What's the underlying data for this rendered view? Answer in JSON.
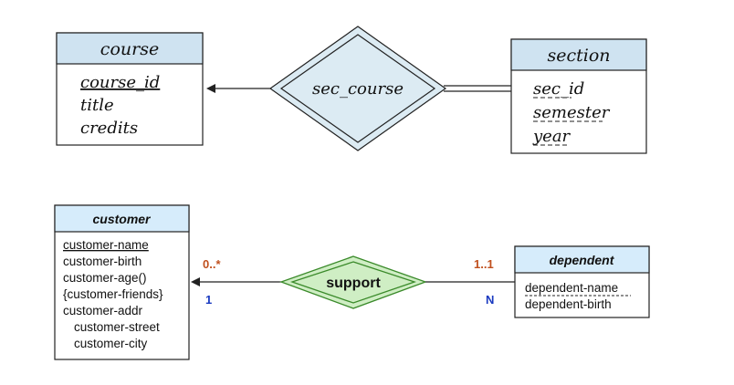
{
  "colors": {
    "header_blue": "#cfe3f1",
    "header_blue_bright": "#d6ecfb",
    "diamond_fill_blue": "#dcebf3",
    "diamond_fill_green": "#cfeec4",
    "diamond_stroke_green": "#3a8a2a",
    "cardinality_orange": "#c0501e",
    "cardinality_blue": "#1a3ac0",
    "line": "#222222"
  },
  "top_diagram": {
    "entity_course": {
      "name": "course",
      "attributes": [
        "course_id",
        "title",
        "credits"
      ],
      "primary_key": "course_id"
    },
    "relationship": {
      "name": "sec_course"
    },
    "entity_section": {
      "name": "section",
      "attributes": [
        "sec_id",
        "semester",
        "year"
      ],
      "discriminator": [
        "sec_id",
        "semester",
        "year"
      ]
    }
  },
  "bottom_diagram": {
    "entity_customer": {
      "name": "customer",
      "attributes": [
        "customer-name",
        "customer-birth",
        "customer-age()",
        "{customer-friends}",
        "customer-addr",
        "customer-street",
        "customer-city"
      ],
      "primary_key": "customer-name"
    },
    "relationship": {
      "name": "support"
    },
    "entity_dependent": {
      "name": "dependent",
      "attributes": [
        "dependent-name",
        "dependent-birth"
      ],
      "discriminator": "dependent-name"
    },
    "cardinalities": {
      "customer_min_max": "0..*",
      "customer_one": "1",
      "dependent_min_max": "1..1",
      "dependent_n": "N"
    }
  }
}
